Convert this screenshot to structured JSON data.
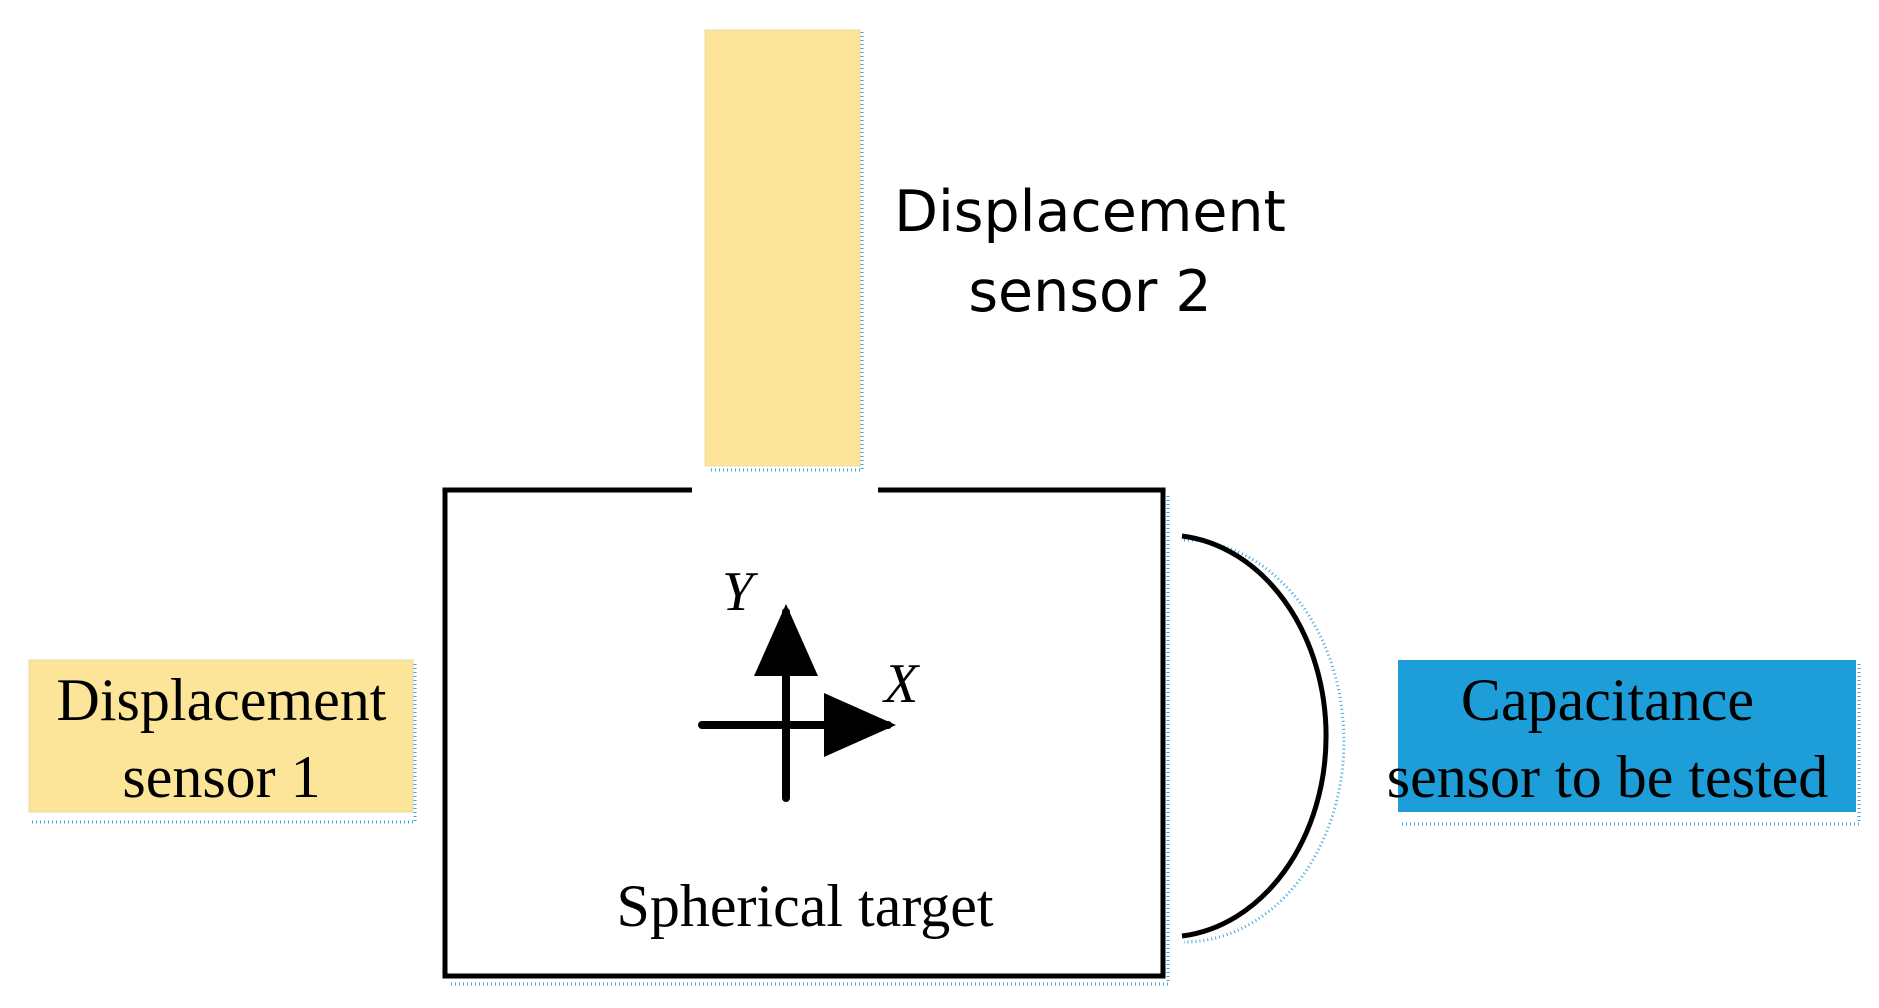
{
  "colors": {
    "displacement_sensor_fill": "#fce598",
    "capacitance_sensor_fill": "#1d9ed8",
    "outline": "#000000",
    "shadow_dots": "#3aa6e0"
  },
  "displacement_sensor_2": {
    "label_line1": "Displacement",
    "label_line2": "sensor 2"
  },
  "displacement_sensor_1": {
    "label_line1": "Displacement",
    "label_line2": "sensor 1"
  },
  "capacitance_sensor": {
    "label_line1": "Capacitance",
    "label_line2": "sensor to be tested"
  },
  "target": {
    "label": "Spherical target"
  },
  "axes": {
    "x_label": "X",
    "y_label": "Y"
  }
}
